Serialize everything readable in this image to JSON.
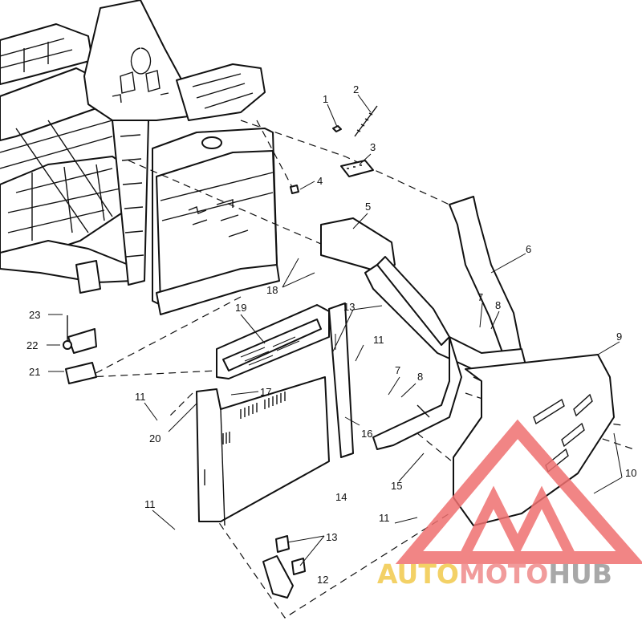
{
  "callouts": {
    "c1": "1",
    "c2": "2",
    "c3": "3",
    "c4": "4",
    "c5": "5",
    "c6": "6",
    "c7a": "7",
    "c7b": "7",
    "c8a": "8",
    "c8b": "8",
    "c9": "9",
    "c10": "10",
    "c11a": "11",
    "c11b": "11",
    "c11c": "11",
    "c11d": "11",
    "c12": "12",
    "c13a": "13",
    "c13b": "13",
    "c14": "14",
    "c15": "15",
    "c16": "16",
    "c17": "17",
    "c18": "18",
    "c19": "19",
    "c20": "20",
    "c21": "21",
    "c22": "22",
    "c23": "23"
  },
  "watermark": {
    "part1": "AUTO",
    "part2": "MOTO",
    "part3": "HUB",
    "colors": {
      "auto": "#f2c94c",
      "moto": "#ef8a8a",
      "hub": "#9a9a9a",
      "logo": "#ef7070"
    }
  }
}
